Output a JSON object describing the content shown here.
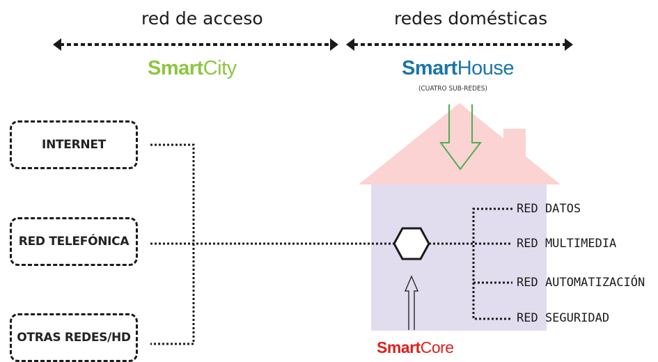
{
  "header": {
    "left": "red de acceso",
    "right": "redes domésticas"
  },
  "brands": {
    "city": {
      "bold": "Smart",
      "thin": "City",
      "color": "#8dc63f"
    },
    "house": {
      "bold": "Smart",
      "thin": "House",
      "color": "#1b75a8",
      "note": "(CUATRO SUB-REDES)"
    },
    "core": {
      "bold": "Smart",
      "thin": "Core",
      "color": "#e0201b"
    }
  },
  "sources": [
    {
      "label": "INTERNET"
    },
    {
      "label": "RED TELEFÓNICA"
    },
    {
      "label": "OTRAS REDES/HD"
    }
  ],
  "networks": [
    {
      "label": "RED DATOS"
    },
    {
      "label": "RED MULTIMEDIA"
    },
    {
      "label": "RED AUTOMATIZACIÓN"
    },
    {
      "label": "RED SEGURIDAD"
    }
  ],
  "colors": {
    "roof": "#fbd3d2",
    "house_body": "#e2dcef",
    "arrow_green": "#4caf50",
    "line": "#1a1a1a"
  }
}
